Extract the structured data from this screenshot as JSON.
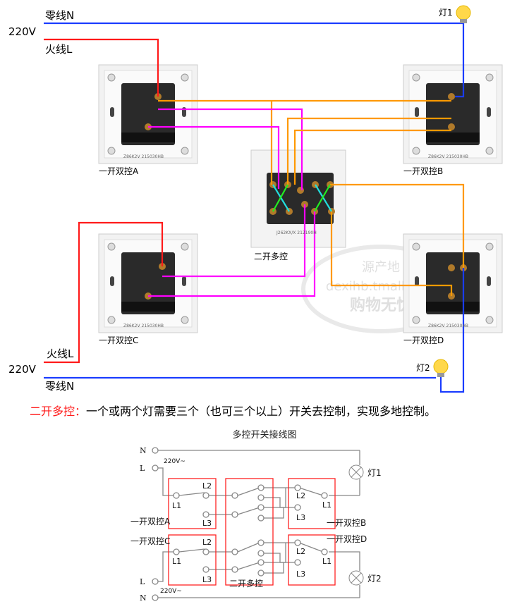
{
  "top": {
    "neutral_top": "零线N",
    "voltage_top": "220V",
    "live_top": "火线L",
    "live_bottom": "火线L",
    "voltage_bottom": "220V",
    "neutral_bottom": "零线N",
    "lamp1": "灯1",
    "lamp2": "灯2",
    "switch_a": "一开双控A",
    "switch_b": "一开双控B",
    "switch_c": "一开双控C",
    "switch_d": "一开双控D",
    "center_switch": "二开多控",
    "plate_code": "Z86K2V 215030HB",
    "center_code": "J262KX/X 212190H"
  },
  "caption": {
    "highlight": "二开多控：",
    "text": "一个或两个灯需要三个（也可三个以上）开关去控制，实现多地控制。"
  },
  "schematic": {
    "title": "多控开关接线图",
    "n": "N",
    "l": "L",
    "voltage": "220V~",
    "l1": "L1",
    "l2": "L2",
    "l3": "L3",
    "switch_a": "一开双控A",
    "switch_b": "一开双控B",
    "switch_c": "一开双控C",
    "switch_d": "一开双控D",
    "center": "二开多控",
    "lamp1": "灯1",
    "lamp2": "灯2"
  },
  "watermark": {
    "line1": "源产地",
    "line2": "dexihb.tmall.com",
    "line3": "购物无忧"
  },
  "colors": {
    "neutral": "#1a3cff",
    "live": "#ff1a1a",
    "orange": "#ff9900",
    "magenta": "#ff00ff",
    "cyan": "#22dddd",
    "green": "#22ee22"
  }
}
